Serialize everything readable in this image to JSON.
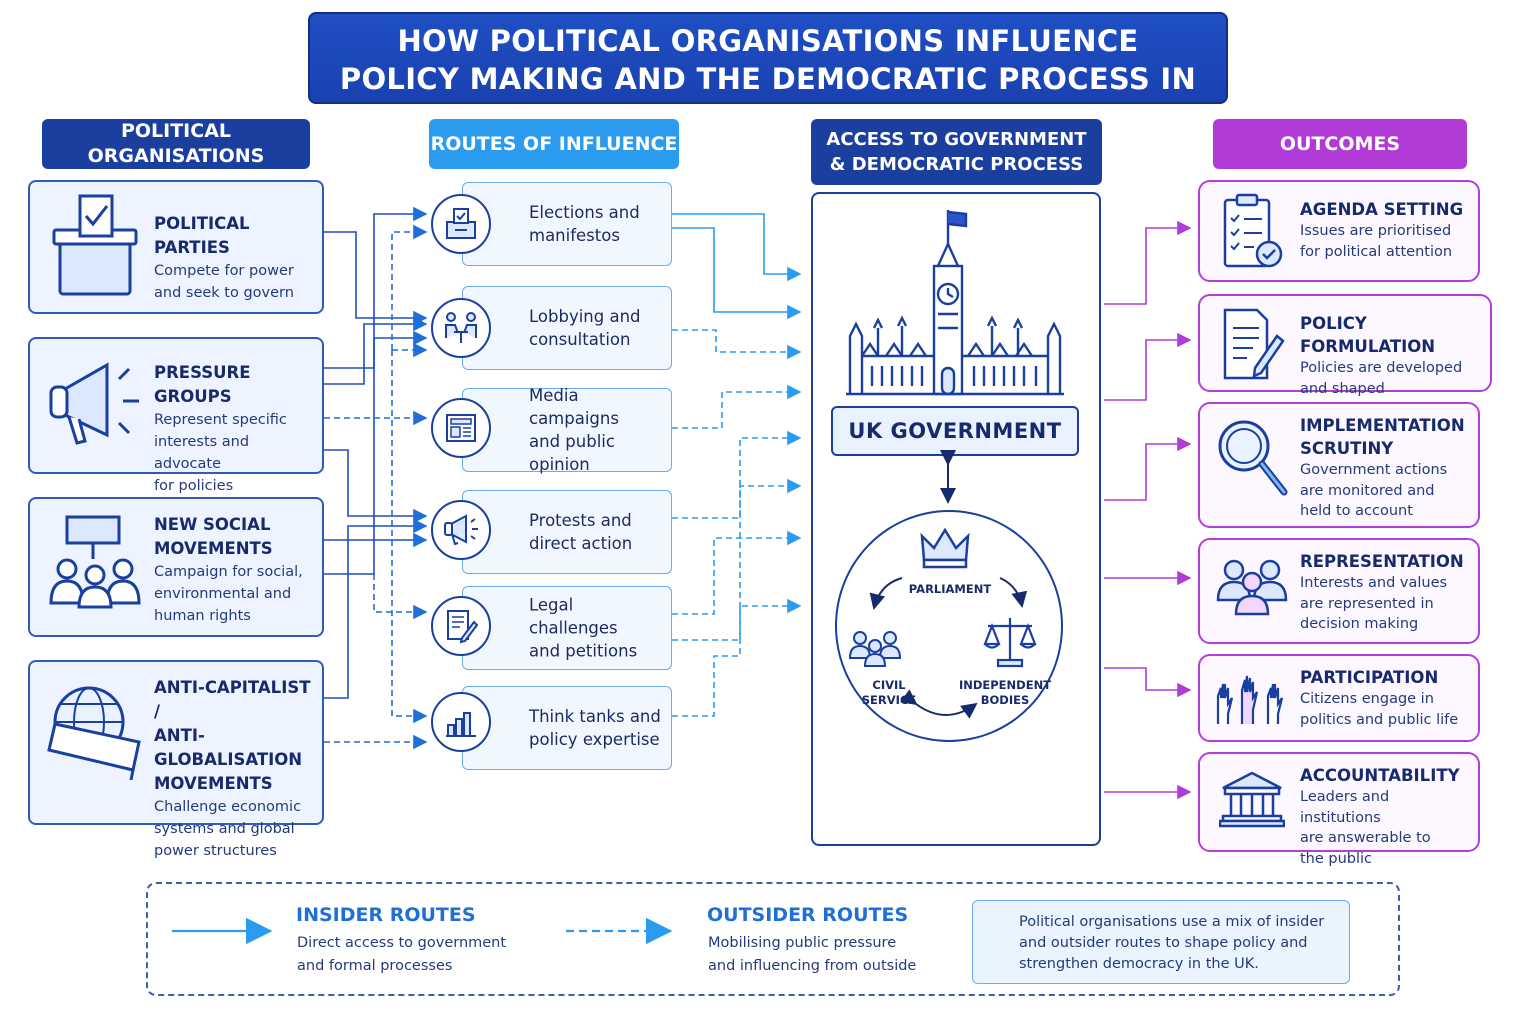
{
  "title": {
    "line1": "HOW POLITICAL ORGANISATIONS INFLUENCE",
    "line2": "POLICY MAKING AND THE DEMOCRATIC PROCESS IN THE UK"
  },
  "columns": {
    "organisations": "POLITICAL ORGANISATIONS",
    "routes": "ROUTES OF INFLUENCE",
    "access_line1": "ACCESS TO GOVERNMENT",
    "access_line2": "& DEMOCRATIC PROCESS",
    "outcomes": "OUTCOMES"
  },
  "organisations": [
    {
      "icon": "ballot-box-icon",
      "title": [
        "POLITICAL PARTIES"
      ],
      "desc": [
        "Compete for power",
        "and seek to govern"
      ]
    },
    {
      "icon": "megaphone-icon",
      "title": [
        "PRESSURE GROUPS"
      ],
      "desc": [
        "Represent specific",
        "interests and advocate",
        "for policies"
      ]
    },
    {
      "icon": "protest-crowd-icon",
      "title": [
        "NEW SOCIAL",
        "MOVEMENTS"
      ],
      "desc": [
        "Campaign for social,",
        "environmental and",
        "human rights"
      ]
    },
    {
      "icon": "globe-banner-icon",
      "title": [
        "ANTI-CAPITALIST /",
        "ANTI-GLOBALISATION",
        "MOVEMENTS"
      ],
      "desc": [
        "Challenge economic",
        "systems and global",
        "power structures"
      ]
    }
  ],
  "routes": [
    {
      "icon": "ballot-box-icon",
      "label": [
        "Elections and",
        "manifestos"
      ]
    },
    {
      "icon": "meeting-icon",
      "label": [
        "Lobbying and",
        "consultation"
      ]
    },
    {
      "icon": "newspaper-icon",
      "label": [
        "Media campaigns",
        "and public opinion"
      ]
    },
    {
      "icon": "megaphone-icon",
      "label": [
        "Protests and",
        "direct action"
      ]
    },
    {
      "icon": "document-pen-icon",
      "label": [
        "Legal challenges",
        "and petitions"
      ]
    },
    {
      "icon": "bar-chart-icon",
      "label": [
        "Think tanks and",
        "policy expertise"
      ]
    }
  ],
  "government": {
    "label": "UK GOVERNMENT",
    "parliament": "PARLIAMENT",
    "civil_service": "CIVIL SERVICE",
    "independent_bodies": [
      "INDEPENDENT",
      "BODIES"
    ]
  },
  "outcomes": [
    {
      "icon": "checklist-icon",
      "title": [
        "AGENDA SETTING"
      ],
      "desc": [
        "Issues are prioritised",
        "for political attention"
      ]
    },
    {
      "icon": "document-pen-icon",
      "title": [
        "POLICY FORMULATION"
      ],
      "desc": [
        "Policies are developed",
        "and shaped"
      ]
    },
    {
      "icon": "magnifier-icon",
      "title": [
        "IMPLEMENTATION",
        "SCRUTINY"
      ],
      "desc": [
        "Government actions",
        "are monitored and",
        "held to account"
      ]
    },
    {
      "icon": "people-icon",
      "title": [
        "REPRESENTATION"
      ],
      "desc": [
        "Interests and values",
        "are represented in",
        "decision making"
      ]
    },
    {
      "icon": "raised-hands-icon",
      "title": [
        "PARTICIPATION"
      ],
      "desc": [
        "Citizens engage in",
        "politics and public life"
      ]
    },
    {
      "icon": "institution-icon",
      "title": [
        "ACCOUNTABILITY"
      ],
      "desc": [
        "Leaders and institutions",
        "are answerable to",
        "the public"
      ]
    }
  ],
  "legend": {
    "insider_title": "INSIDER ROUTES",
    "insider_desc": [
      "Direct access to government",
      "and formal processes"
    ],
    "outsider_title": "OUTSIDER ROUTES",
    "outsider_desc": [
      "Mobilising public pressure",
      "and influencing from outside"
    ],
    "note": [
      "Political organisations use a mix of insider",
      "and outsider routes to shape policy and",
      "strengthen democracy in the UK."
    ]
  },
  "colors": {
    "navy": "#1a3f9e",
    "insider_blue": "#1f6fd8",
    "outsider_blue": "#2b9bf0",
    "outcome_purple": "#b13bd6"
  }
}
